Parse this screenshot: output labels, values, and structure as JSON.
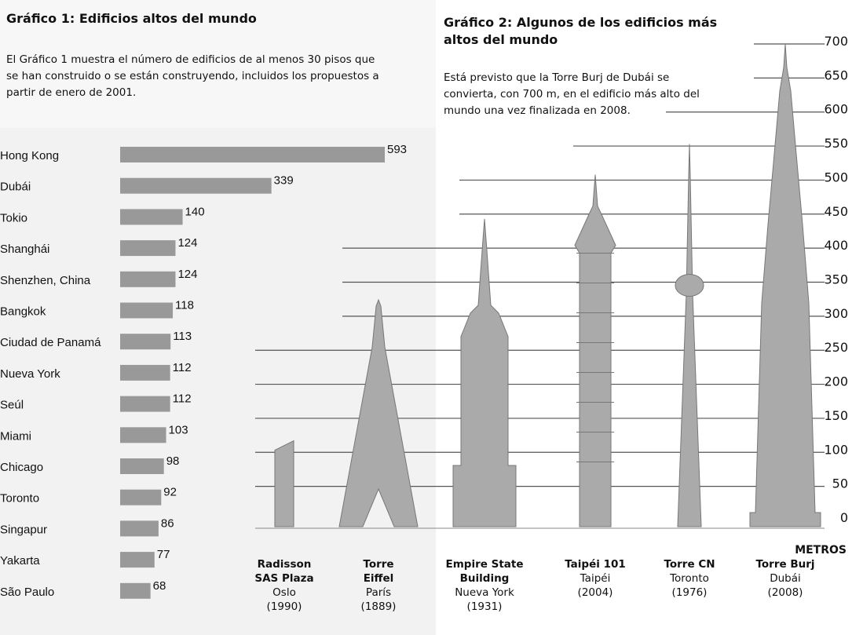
{
  "chart1": {
    "title": "Gráfico 1: Edificios altos del mundo",
    "description_lines": [
      "El Gráfico 1 muestra el número de edificios de al menos 30 pisos que",
      "se han construido o se están construyendo, incluidos los propuestos a",
      "partir de enero de 2001."
    ]
  },
  "chart2": {
    "title_lines": [
      "Gráfico 2: Algunos de los edificios más",
      "altos del mundo"
    ],
    "description_lines": [
      "Está previsto que la Torre Burj de Dubái se",
      "convierta, con 700 m, en el edificio más alto del",
      "mundo una vez finalizada en 2008."
    ]
  },
  "chart_data": [
    {
      "type": "bar",
      "orientation": "horizontal",
      "title": "Gráfico 1: Edificios altos del mundo",
      "categories": [
        "Hong Kong",
        "Dubái",
        "Tokio",
        "Shanghái",
        "Shenzhen, China",
        "Bangkok",
        "Ciudad de Panamá",
        "Nueva York",
        "Seúl",
        "Miami",
        "Chicago",
        "Toronto",
        "Singapur",
        "Yakarta",
        "São Paulo"
      ],
      "values": [
        593,
        339,
        140,
        124,
        124,
        118,
        113,
        112,
        112,
        103,
        98,
        92,
        86,
        77,
        68
      ],
      "bar_color": "#999999"
    },
    {
      "type": "bar",
      "title": "Gráfico 2: Algunos de los edificios más altos del mundo",
      "ylabel": "METROS",
      "ylim": [
        0,
        700
      ],
      "yticks": [
        0,
        50,
        100,
        150,
        200,
        250,
        300,
        350,
        400,
        450,
        500,
        550,
        600,
        650,
        700
      ],
      "buildings": [
        {
          "name_lines": [
            "Radisson",
            "SAS Plaza"
          ],
          "city": "Oslo",
          "year": "(1990)",
          "height": 117
        },
        {
          "name_lines": [
            "Torre",
            "Eiffel"
          ],
          "city": "París",
          "year": "(1889)",
          "height": 324
        },
        {
          "name_lines": [
            "Empire State",
            "Building"
          ],
          "city": "Nueva York",
          "year": "(1931)",
          "height": 443
        },
        {
          "name_lines": [
            "Taipéi 101"
          ],
          "city": "Taipéi",
          "year": "(2004)",
          "height": 508
        },
        {
          "name_lines": [
            "Torre CN"
          ],
          "city": "Toronto",
          "year": "(1976)",
          "height": 553
        },
        {
          "name_lines": [
            "Torre Burj"
          ],
          "city": "Dubái",
          "year": "(2008)",
          "height": 700
        }
      ],
      "building_color": "#aaaaaa"
    }
  ]
}
